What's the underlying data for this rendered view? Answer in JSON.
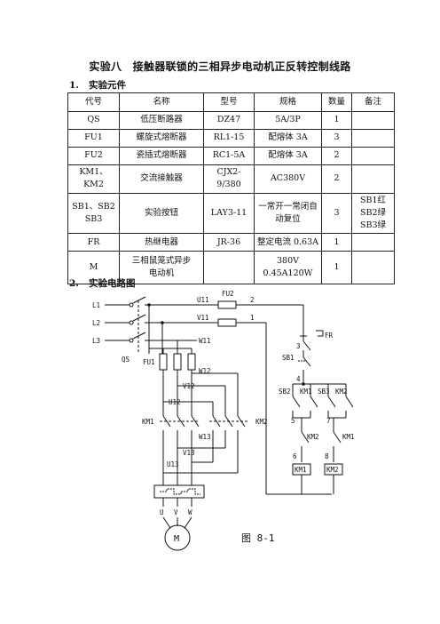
{
  "title": "实验八　接触器联锁的三相异步电动机正反转控制线路",
  "section1": {
    "num": "1.",
    "label": "实验元件"
  },
  "section2": {
    "num": "2.",
    "label": "实验电路图"
  },
  "table": {
    "headers": [
      "代号",
      "名称",
      "型号",
      "规格",
      "数量",
      "备注"
    ],
    "rows": [
      {
        "code": "QS",
        "name": "低压断路器",
        "model": "DZ47",
        "spec": "5A/3P",
        "qty": "1",
        "note": ""
      },
      {
        "code": "FU1",
        "name": "螺旋式熔断器",
        "model": "RL1-15",
        "spec": "配熔体 3A",
        "qty": "3",
        "note": ""
      },
      {
        "code": "FU2",
        "name": "瓷插式熔断器",
        "model": "RC1-5A",
        "spec": "配熔体 3A",
        "qty": "2",
        "note": ""
      },
      {
        "code": "KM1、KM2",
        "name": "交流接触器",
        "model": "CJX2-9/380",
        "spec": "AC380V",
        "qty": "2",
        "note": ""
      },
      {
        "code_a": "SB1、SB2",
        "code_b": "SB3",
        "name": "实验按钮",
        "model": "LAY3-11",
        "spec_a": "一常开一常闭自",
        "spec_b": "动复位",
        "qty": "3",
        "note_a": "SB1红SB2绿",
        "note_b": "SB3绿"
      },
      {
        "code": "FR",
        "name": "热继电器",
        "model": "JR-36",
        "spec": "整定电流 0.63A",
        "qty": "1",
        "note": ""
      },
      {
        "code": "M",
        "name_a": "三相鼠笼式异步",
        "name_b": "电动机",
        "model": "",
        "spec_a": "380V",
        "spec_b": "0.45A120W",
        "qty": "1",
        "note": ""
      }
    ]
  },
  "diagram": {
    "lines": [
      "L1",
      "L2",
      "L3"
    ],
    "qs": "QS",
    "fu1": "FU1",
    "fu2": "FU2",
    "fr": "FR",
    "km1": "KM1",
    "km2": "KM2",
    "sb1": "SB1",
    "sb2": "SB2",
    "sb3": "SB3",
    "nodes": {
      "u11": "U11",
      "v11": "V11",
      "w11": "W11",
      "u12": "U12",
      "v12": "V12",
      "w12": "W12",
      "u13": "U13",
      "v13": "V13",
      "w13": "W13"
    },
    "wire_nums": [
      "1",
      "2",
      "3",
      "4",
      "5",
      "6",
      "7",
      "8"
    ],
    "motor_terminals": [
      "U",
      "V",
      "W"
    ],
    "motor": "M",
    "caption": "图 8-1"
  }
}
